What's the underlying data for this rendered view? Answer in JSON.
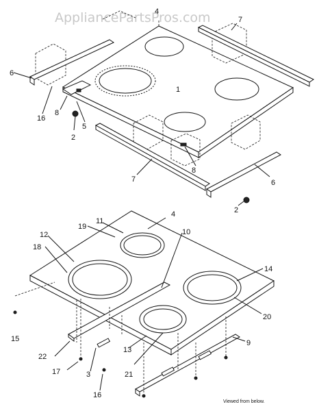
{
  "watermark": "AppliancePartsPros.com",
  "footer_note": "Viewed from below.",
  "callouts": {
    "c1": "1",
    "c2a": "2",
    "c2b": "2",
    "c4a": "4",
    "c4b": "4",
    "c5": "5",
    "c6a": "6",
    "c6b": "6",
    "c7": "7",
    "c8a": "8",
    "c8b": "8",
    "c9": "9",
    "c10": "10",
    "c11": "11",
    "c12": "12",
    "c13": "13",
    "c14": "14",
    "c15": "15",
    "c16a": "16",
    "c16b": "16",
    "c17": "17",
    "c18": "18",
    "c19": "19",
    "c20": "20",
    "c21": "21",
    "c22": "22",
    "c3": "3"
  }
}
